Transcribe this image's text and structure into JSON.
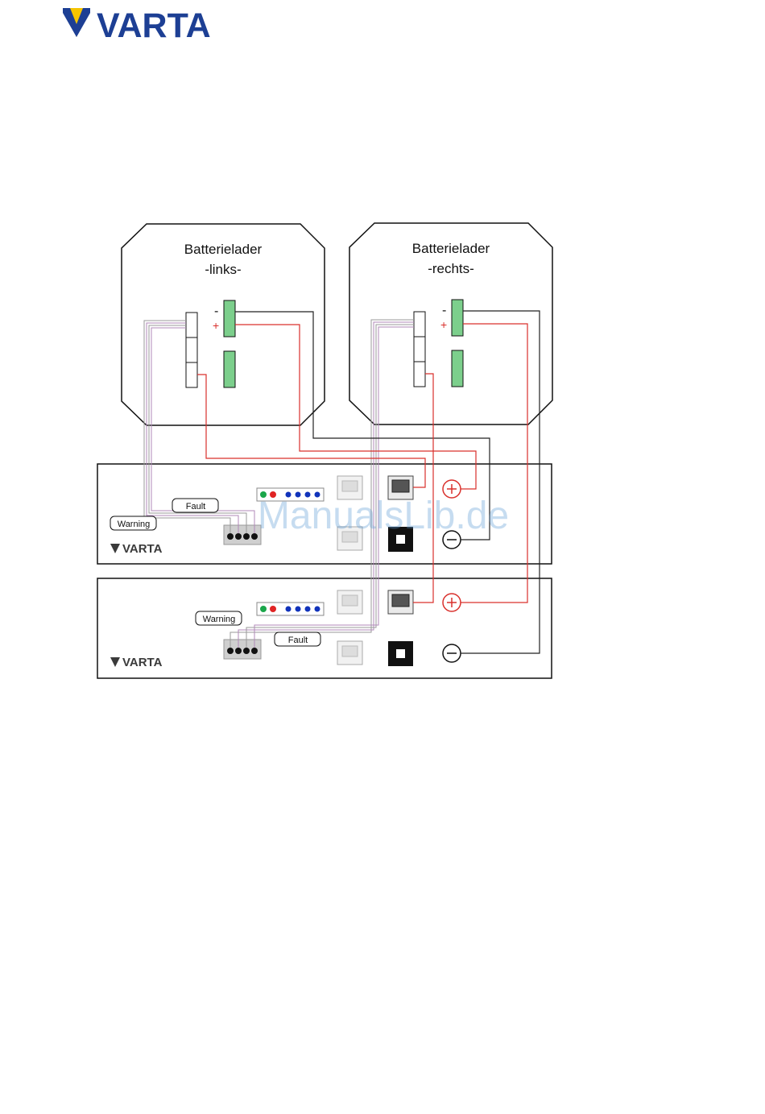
{
  "header": {
    "brand": "VARTA"
  },
  "chargers": [
    {
      "title": "Batterielader",
      "subtitle": "-links-",
      "minus": "-",
      "plus": "+"
    },
    {
      "title": "Batterielader",
      "subtitle": "-rechts-",
      "minus": "-",
      "plus": "+"
    }
  ],
  "modules": [
    {
      "brand": "VARTA",
      "warning": "Warning",
      "fault": "Fault"
    },
    {
      "brand": "VARTA",
      "warning": "Warning",
      "fault": "Fault"
    }
  ],
  "watermark": "ManualsLib.de",
  "colors": {
    "brand_blue": "#1d3f94",
    "brand_yellow": "#f5c400",
    "wire_red": "#d9302c",
    "wire_black": "#222222",
    "terminal_green": "#7ccf8c",
    "led_green": "#1aa64a",
    "led_red": "#e02424",
    "led_blue": "#1133bb",
    "signal_purple": "#b08ab8"
  }
}
